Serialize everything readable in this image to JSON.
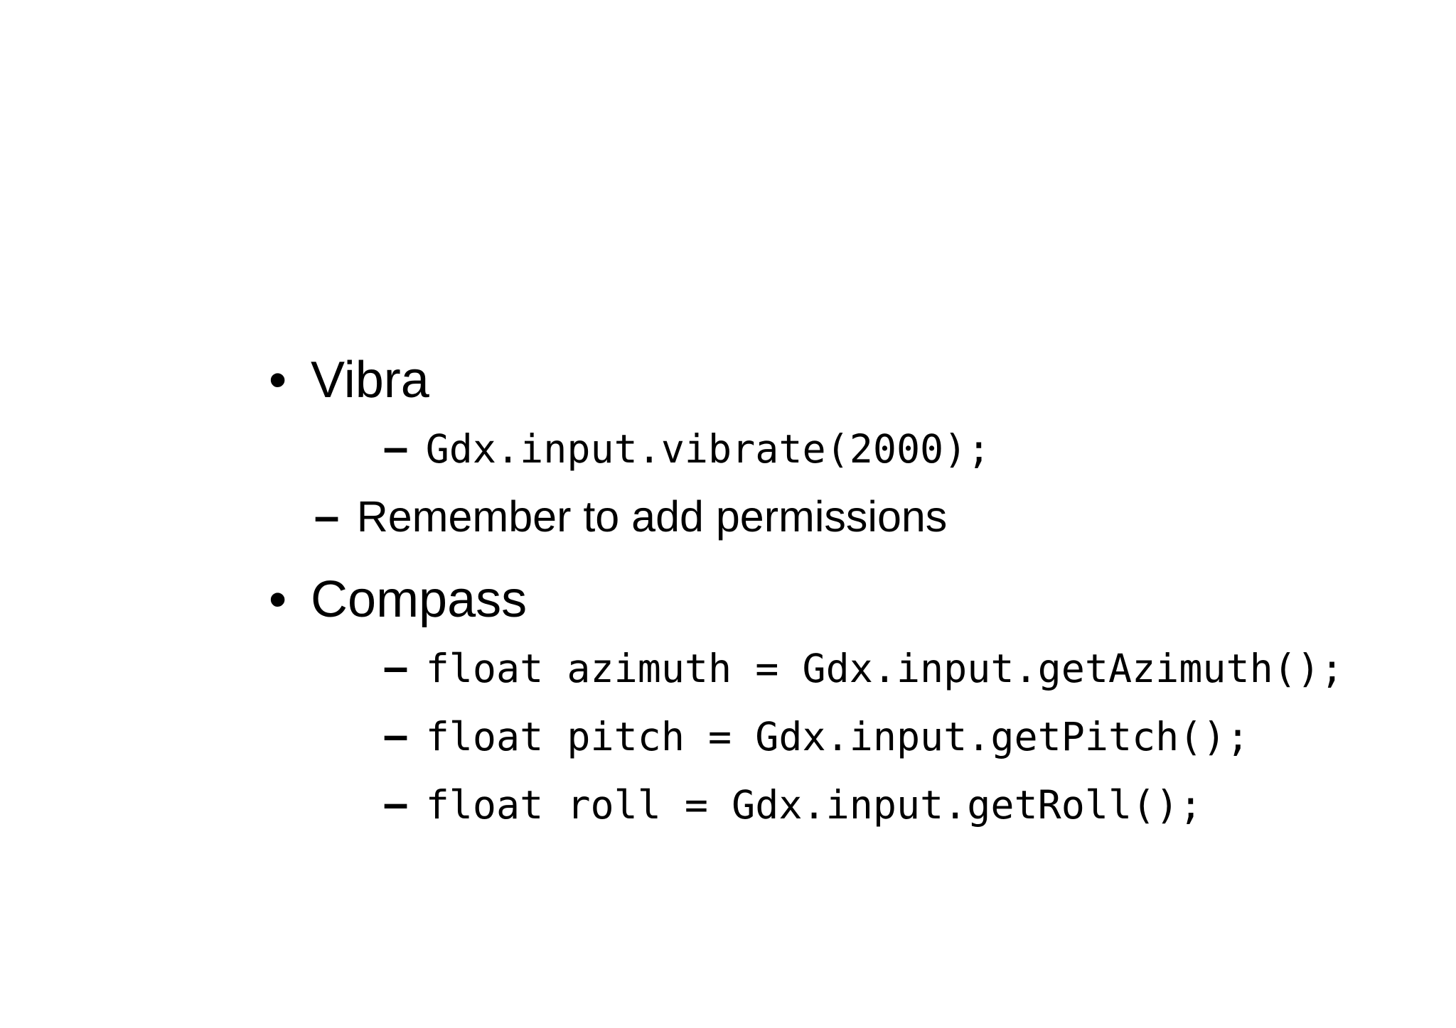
{
  "slide": {
    "background_color": "#ffffff",
    "text_color": "#000000",
    "bullets": [
      {
        "level": 1,
        "marker": "•",
        "style": "sans",
        "text": "Vibra"
      },
      {
        "level": 2,
        "marker": "–",
        "style": "mono",
        "text": "Gdx.input.vibrate(2000);"
      },
      {
        "level": 2,
        "marker": "–",
        "style": "sans",
        "text": "Remember to add permissions"
      },
      {
        "level": 1,
        "marker": "•",
        "style": "sans",
        "text": "Compass"
      },
      {
        "level": 2,
        "marker": "–",
        "style": "mono",
        "text": "float azimuth = Gdx.input.getAzimuth();"
      },
      {
        "level": 2,
        "marker": "–",
        "style": "mono",
        "text": "float pitch = Gdx.input.getPitch();"
      },
      {
        "level": 2,
        "marker": "–",
        "style": "mono",
        "text": "float roll = Gdx.input.getRoll();"
      }
    ]
  }
}
